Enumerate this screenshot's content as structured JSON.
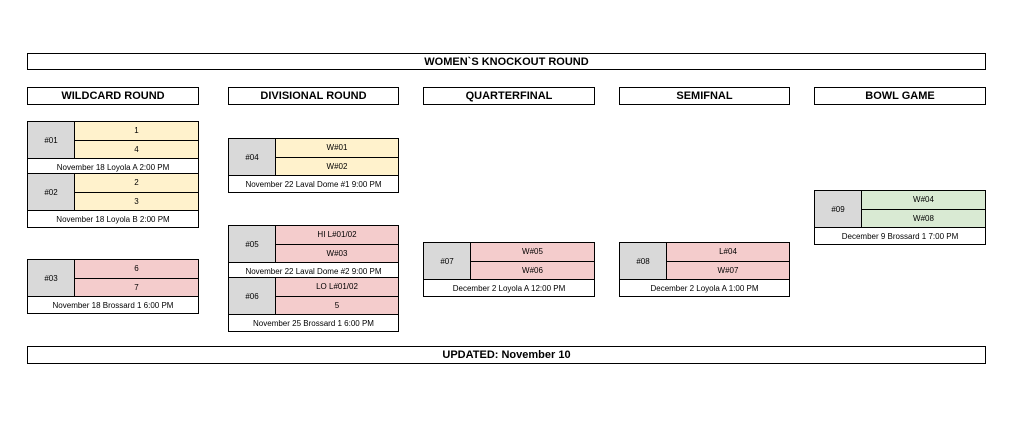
{
  "title": "WOMEN`S KNOCKOUT ROUND",
  "footer": "UPDATED: November 10",
  "rounds": [
    "WILDCARD ROUND",
    "DIVISIONAL ROUND",
    "QUARTERFINAL",
    "SEMIFNAL",
    "BOWL GAME"
  ],
  "games": [
    {
      "num": "#01",
      "team1": "1",
      "team2": "4",
      "info": "November 18 Loyola A 2:00 PM",
      "color": "#fff2cc"
    },
    {
      "num": "#02",
      "team1": "2",
      "team2": "3",
      "info": "November 18 Loyola B 2:00 PM",
      "color": "#fff2cc"
    },
    {
      "num": "#03",
      "team1": "6",
      "team2": "7",
      "info": "November 18 Brossard 1 6:00 PM",
      "color": "#f4cccc"
    },
    {
      "num": "#04",
      "team1": "W#01",
      "team2": "W#02",
      "info": "November 22 Laval Dome #1 9:00 PM",
      "color": "#fff2cc"
    },
    {
      "num": "#05",
      "team1": "HI L#01/02",
      "team2": "W#03",
      "info": "November 22 Laval Dome #2 9:00 PM",
      "color": "#f4cccc"
    },
    {
      "num": "#06",
      "team1": "LO L#01/02",
      "team2": "5",
      "info": "November 25  Brossard 1 6:00 PM",
      "color": "#f4cccc"
    },
    {
      "num": "#07",
      "team1": "W#05",
      "team2": "W#06",
      "info": "December 2 Loyola A 12:00 PM",
      "color": "#f4cccc"
    },
    {
      "num": "#08",
      "team1": "L#04",
      "team2": "W#07",
      "info": "December 2 Loyola A 1:00 PM",
      "color": "#f4cccc"
    },
    {
      "num": "#09",
      "team1": "W#04",
      "team2": "W#08",
      "info": "December 9 Brossard 1 7:00 PM",
      "color": "#d9ead3"
    }
  ]
}
